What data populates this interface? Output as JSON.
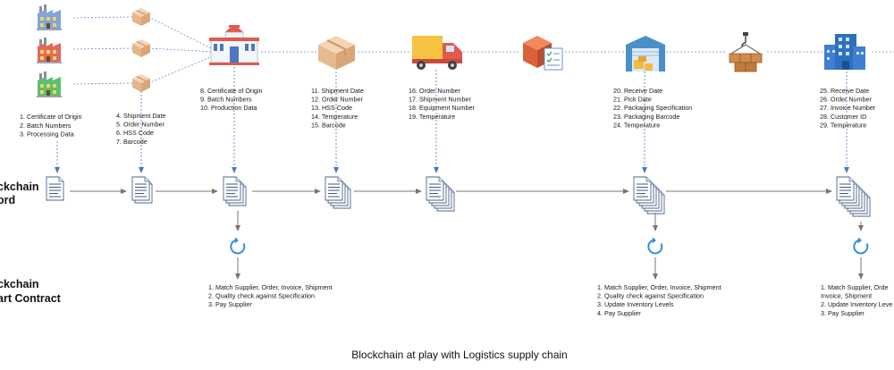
{
  "caption": "Blockchain at play with Logistics supply chain",
  "row_labels": {
    "record": [
      "ckchain",
      "ord"
    ],
    "contract": [
      "ckchain",
      "art Contract"
    ]
  },
  "colors": {
    "arrow_blue": "#4a78c2",
    "arrow_gray": "#777777",
    "dotted_line": "#6b8fd0",
    "cycle": "#2f8ede"
  },
  "actors": [
    {
      "name": "factory-icon",
      "count": 3
    },
    {
      "name": "package-icon",
      "count": 3
    },
    {
      "name": "manufacturer-building-icon"
    },
    {
      "name": "cardboard-box-icon"
    },
    {
      "name": "delivery-truck-icon"
    },
    {
      "name": "box-checklist-icon"
    },
    {
      "name": "warehouse-icon"
    },
    {
      "name": "crane-hook-icon"
    },
    {
      "name": "retail-building-icon"
    }
  ],
  "record_fields": [
    [
      "1. Certificate of Origin",
      "2. Batch Numbers",
      "3. Processing Data"
    ],
    [
      "4. Shipment Date",
      "5. Order Number",
      "6. HSS Code",
      "7. Barcode"
    ],
    [
      "8.   Certificate of Origin",
      "9.    Batch Numbers",
      "10. Production Data"
    ],
    [
      "11. Shipment Date",
      "12. Order Number",
      "13. HSS Code",
      "14. Temperature",
      "15. Barcode"
    ],
    [
      "16. Order Number",
      "17. Shipment Number",
      "18. Equipment  Number",
      "19. Temperature"
    ],
    [
      "20. Receive Date",
      "21. Pick Date",
      "22. Packaging  Specification",
      "23. Packaging  Barcode",
      "24. Temperature"
    ],
    [
      "25. Receive Date",
      "26. Order Number",
      "27. Invoice Number",
      "28. Customer ID",
      "29. Temperature"
    ]
  ],
  "contract_steps": [
    [
      "1. Match Supplier,  Order, Invoice, Shipment",
      "2. Quality check against  Specification",
      "3. Pay Supplier"
    ],
    [
      "1. Match Supplier,  Order, Invoice, Shipment",
      "2. Quality check against  Specification",
      "3. Update Inventory Levels",
      "4. Pay Supplier"
    ],
    [
      "1. Match Supplier,  Orde",
      "    Invoice, Shipment",
      "2. Update Inventory  Leve",
      "3. Pay Supplier"
    ]
  ]
}
